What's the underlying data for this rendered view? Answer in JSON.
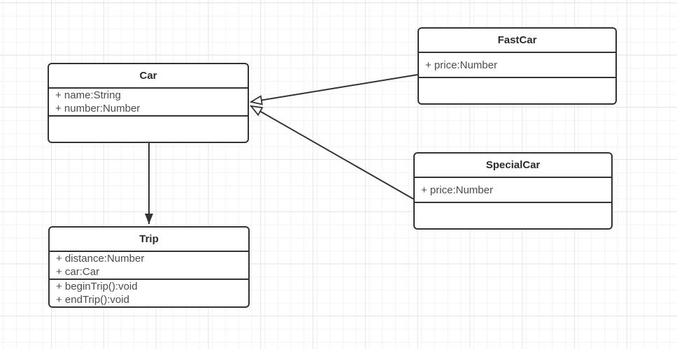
{
  "diagram": {
    "type": "uml-class-diagram",
    "classes": [
      {
        "name": "Car",
        "attributes": [
          "+ name:String",
          "+ number:Number"
        ],
        "methods": []
      },
      {
        "name": "FastCar",
        "attributes": [
          "+ price:Number"
        ],
        "methods": []
      },
      {
        "name": "SpecialCar",
        "attributes": [
          "+ price:Number"
        ],
        "methods": []
      },
      {
        "name": "Trip",
        "attributes": [
          "+ distance:Number",
          "+ car:Car"
        ],
        "methods": [
          "+ beginTrip():void",
          "+ endTrip():void"
        ]
      }
    ],
    "relationships": [
      {
        "from": "FastCar",
        "to": "Car",
        "type": "generalization",
        "arrowhead": "hollow-triangle"
      },
      {
        "from": "SpecialCar",
        "to": "Car",
        "type": "generalization",
        "arrowhead": "hollow-triangle"
      },
      {
        "from": "Car",
        "to": "Trip",
        "type": "directed-association",
        "arrowhead": "solid-arrow"
      }
    ],
    "colors": {
      "stroke": "#333333",
      "title_text": "#2b2b2b",
      "member_text": "#4b4b4b",
      "box_fill": "#ffffff",
      "canvas_bg": "#ffffff",
      "grid_minor": "#f3f3f3",
      "grid_major": "#e5e5e5"
    }
  }
}
